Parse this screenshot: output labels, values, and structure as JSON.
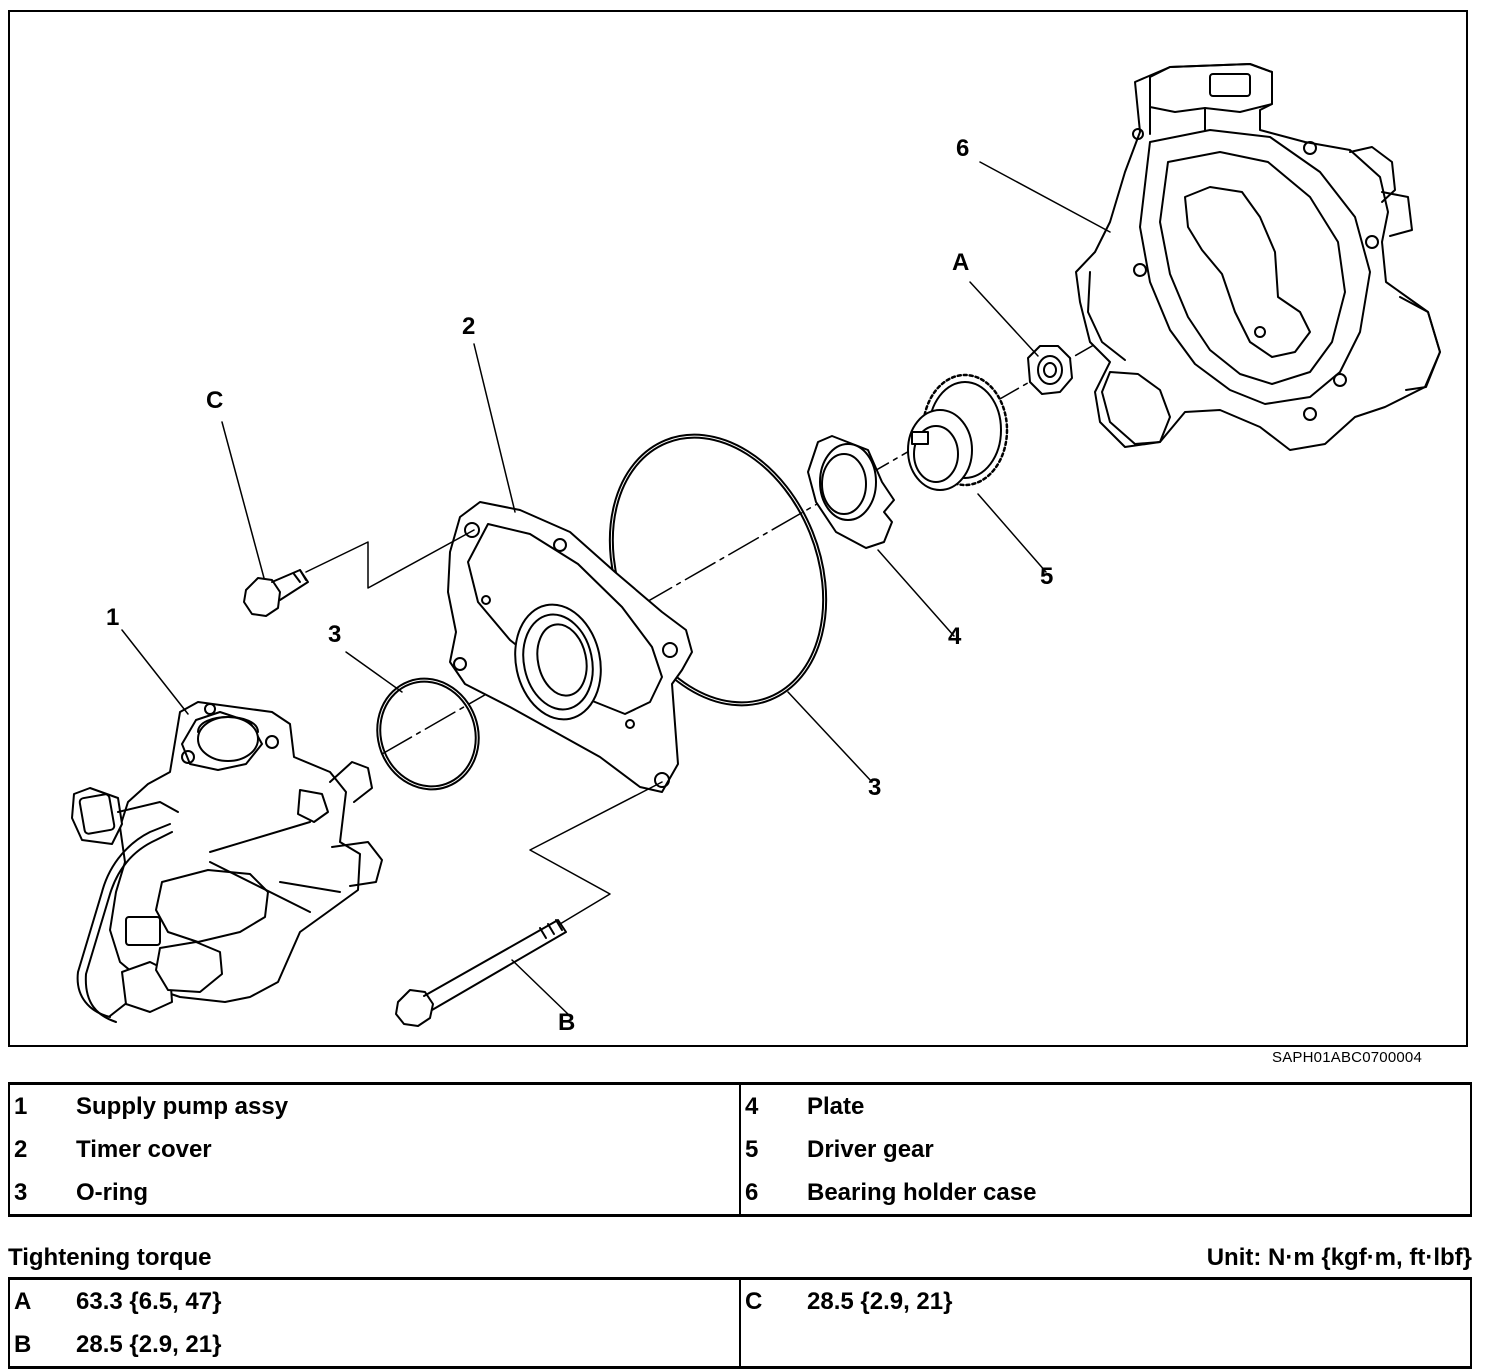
{
  "figure": {
    "code": "SAPH01ABC0700004",
    "callouts": {
      "c1": "1",
      "c2": "2",
      "c3a": "3",
      "c3b": "3",
      "c4": "4",
      "c5": "5",
      "c6": "6",
      "cA": "A",
      "cB": "B",
      "cC": "C"
    }
  },
  "parts": [
    {
      "no": "1",
      "name": "Supply pump assy"
    },
    {
      "no": "2",
      "name": "Timer cover"
    },
    {
      "no": "3",
      "name": "O-ring"
    },
    {
      "no": "4",
      "name": "Plate"
    },
    {
      "no": "5",
      "name": "Driver gear"
    },
    {
      "no": "6",
      "name": "Bearing holder case"
    }
  ],
  "torque": {
    "title": "Tightening torque",
    "unit": "Unit: N·m {kgf·m, ft·lbf}",
    "values": [
      {
        "key": "A",
        "value": "63.3 {6.5, 47}"
      },
      {
        "key": "B",
        "value": "28.5 {2.9, 21}"
      },
      {
        "key": "C",
        "value": "28.5 {2.9, 21}"
      }
    ]
  }
}
